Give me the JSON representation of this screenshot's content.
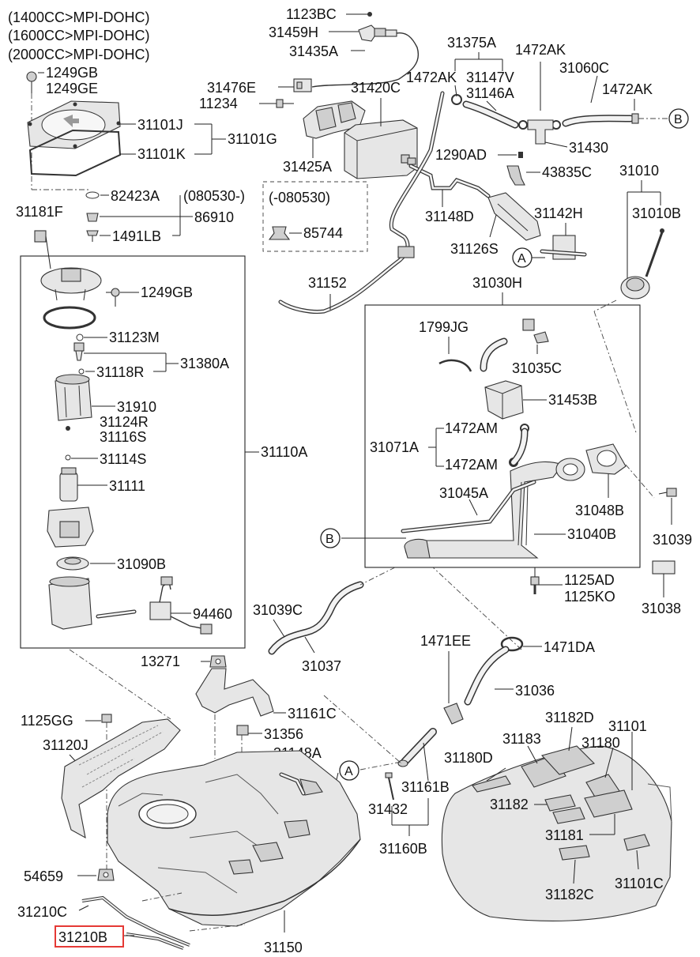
{
  "header": {
    "lines": [
      "(1400CC>MPI-DOHC)",
      "(1600CC>MPI-DOHC)",
      "(2000CC>MPI-DOHC)"
    ]
  },
  "date_notes": {
    "after": "(080530-)",
    "before": "(-080530)"
  },
  "markers": {
    "a": "A",
    "b": "B"
  },
  "highlighted_part": "31210B",
  "highlight_color": "#e53935",
  "parts": {
    "p1123BC": "1123BC",
    "p31459H": "31459H",
    "p31435A": "31435A",
    "p1249GB_top": "1249GB",
    "p1249GE": "1249GE",
    "p31375A": "31375A",
    "p1472AK_a": "1472AK",
    "p1472AK_b": "1472AK",
    "p1472AK_c": "1472AK",
    "p31147V": "31147V",
    "p31060C": "31060C",
    "p31476E": "31476E",
    "p31420C": "31420C",
    "p31146A": "31146A",
    "p11234": "11234",
    "p31101J": "31101J",
    "p31101G": "31101G",
    "p31101K": "31101K",
    "p31425A": "31425A",
    "p1290AD": "1290AD",
    "p31430": "31430",
    "p43835C": "43835C",
    "p31010": "31010",
    "p31010B": "31010B",
    "p82423A": "82423A",
    "p86910": "86910",
    "p85744": "85744",
    "p1491LB": "1491LB",
    "p31181F": "31181F",
    "p31148D": "31148D",
    "p31142H": "31142H",
    "p31126S": "31126S",
    "p1249GB_mid": "1249GB",
    "p31152": "31152",
    "p31030H": "31030H",
    "p31123M": "31123M",
    "p31380A": "31380A",
    "p31118R": "31118R",
    "p1799JG": "1799JG",
    "p31035C": "31035C",
    "p31453B": "31453B",
    "p31910": "31910",
    "p31124R": "31124R",
    "p31116S": "31116S",
    "p31071A": "31071A",
    "p1472AM_a": "1472AM",
    "p1472AM_b": "1472AM",
    "p31114S": "31114S",
    "p31110A": "31110A",
    "p31111": "31111",
    "p31045A": "31045A",
    "p31048B": "31048B",
    "p31040B": "31040B",
    "p31039": "31039",
    "p31090B": "31090B",
    "p1125AD": "1125AD",
    "p1125KO": "1125KO",
    "p31038": "31038",
    "p94460": "94460",
    "p31039C": "31039C",
    "p31037": "31037",
    "p1471EE": "1471EE",
    "p1471DA": "1471DA",
    "p13271": "13271",
    "p31036": "31036",
    "p31161C": "31161C",
    "p1125GG": "1125GG",
    "p31120J": "31120J",
    "p31356": "31356",
    "p31182D": "31182D",
    "p31101": "31101",
    "p31183": "31183",
    "p31180": "31180",
    "p31148A": "31148A",
    "p31180D": "31180D",
    "p31161B": "31161B",
    "p31182": "31182",
    "p31432": "31432",
    "p31181": "31181",
    "p31160B": "31160B",
    "p54659": "54659",
    "p31101C": "31101C",
    "p31182C": "31182C",
    "p31210C": "31210C",
    "p31210B": "31210B",
    "p31150": "31150"
  }
}
